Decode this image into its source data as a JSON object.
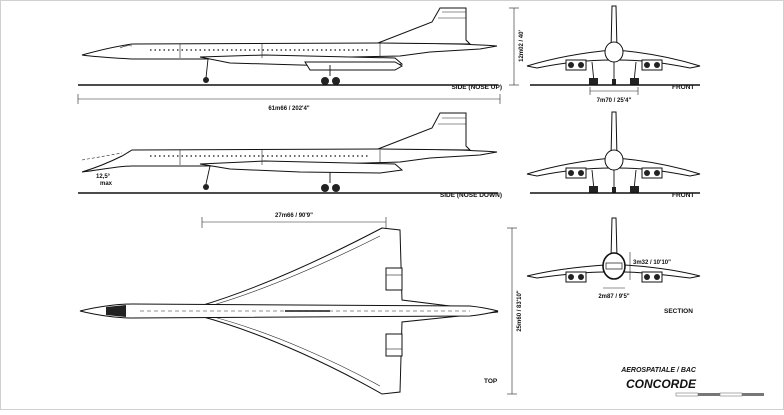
{
  "views": {
    "side_up": "SIDE (NOSE UP)",
    "side_down": "SIDE (NOSE DOWN)",
    "front_1": "FRONT",
    "front_2": "FRONT",
    "section": "SECTION",
    "top": "TOP"
  },
  "dimensions": {
    "length": "61m66 / 202'4\"",
    "height": "12m02 / 40'",
    "track": "7m70 / 25'4\"",
    "nose_angle": "12,5°",
    "nose_angle_note": "max",
    "wing_root": "27m66 / 90'9\"",
    "wingspan": "25m60 / 83'10\"",
    "fuselage_height": "3m32 / 10'10\"",
    "fuselage_width": "2m87 / 9'5\""
  },
  "title": {
    "maker": "AEROSPATIALE / BAC",
    "name": "CONCORDE"
  }
}
